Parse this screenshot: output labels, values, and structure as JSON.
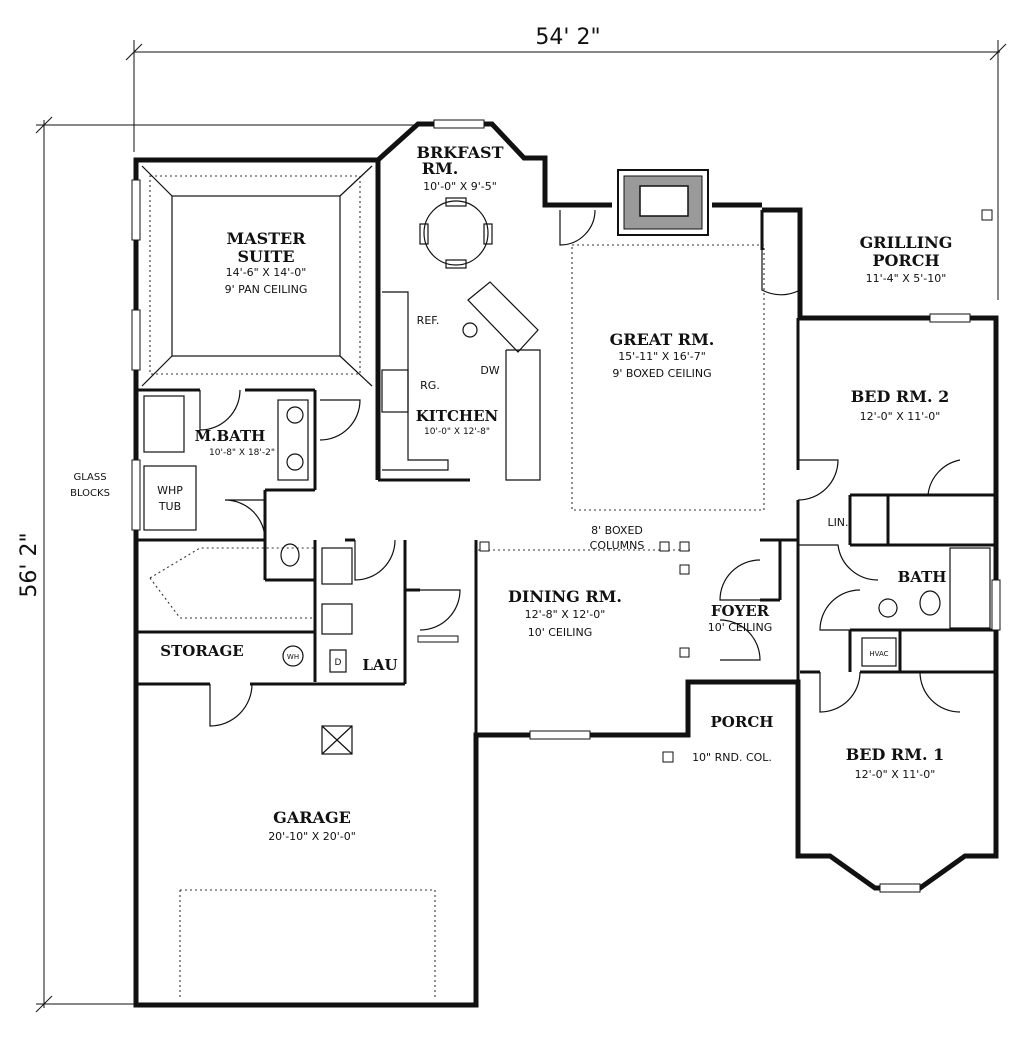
{
  "dimensions": {
    "width": "54' 2\"",
    "depth": "56' 2\""
  },
  "notes": {
    "glass_blocks": [
      "GLASS",
      "BLOCKS"
    ],
    "boxed_columns": [
      "8' BOXED",
      "COLUMNS"
    ],
    "round_col": "10\" RND. COL."
  },
  "rooms": {
    "master": {
      "name": [
        "MASTER",
        "SUITE"
      ],
      "size": "14'-6\" X 14'-0\"",
      "note": "9' PAN CEILING"
    },
    "brkfast": {
      "name": [
        "BRKFAST",
        "RM."
      ],
      "size": "10'-0\" X 9'-5\""
    },
    "great": {
      "name": "GREAT RM.",
      "size": "15'-11\" X 16'-7\"",
      "note": "9' BOXED CEILING"
    },
    "grilling": {
      "name": [
        "GRILLING",
        "PORCH"
      ],
      "size": "11'-4\" X 5'-10\""
    },
    "bed2": {
      "name": "BED RM. 2",
      "size": "12'-0\" X 11'-0\""
    },
    "kitchen": {
      "name": "KITCHEN",
      "size": "10'-0\" X 12'-8\""
    },
    "mbath": {
      "name": "M.BATH",
      "size": "10'-8\" X 18'-2\""
    },
    "dining": {
      "name": "DINING RM.",
      "size": "12'-8\" X 12'-0\"",
      "note": "10' CEILING"
    },
    "foyer": {
      "name": "FOYER",
      "note": "10' CEILING"
    },
    "bath": {
      "name": "BATH"
    },
    "lin": {
      "name": "LIN."
    },
    "storage": {
      "name": "STORAGE"
    },
    "lau": {
      "name": "LAU"
    },
    "porch": {
      "name": "PORCH"
    },
    "bed1": {
      "name": "BED RM. 1",
      "size": "12'-0\" X 11'-0\""
    },
    "garage": {
      "name": "GARAGE",
      "size": "20'-10\" X 20'-0\""
    }
  },
  "fixtures": {
    "ref": "REF.",
    "rg": "RG.",
    "dw": "DW",
    "whp": [
      "WHP",
      "TUB"
    ],
    "hvac": "HVAC",
    "wh": "WH",
    "d": "D"
  }
}
